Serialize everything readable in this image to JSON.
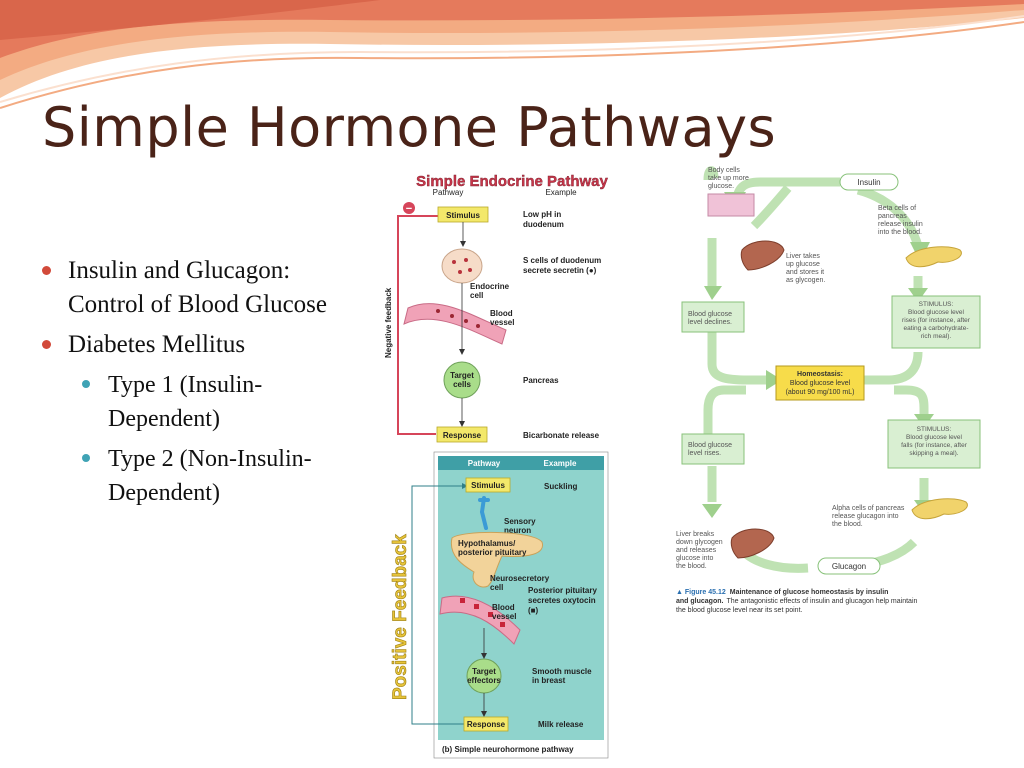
{
  "slide": {
    "title": "Simple Hormone Pathways",
    "bullets": [
      {
        "text": "Insulin and Glucagon: Control of Blood Glucose",
        "level": 1
      },
      {
        "text": "Diabetes Mellitus",
        "level": 1
      },
      {
        "text": "Type 1 (Insulin-Dependent)",
        "level": 2
      },
      {
        "text": "Type 2 (Non-Insulin-Dependent)",
        "level": 2
      }
    ]
  },
  "endocrine": {
    "heading": "Simple Endocrine Pathway",
    "col_pathway": "Pathway",
    "col_example": "Example",
    "minus": "−",
    "feedback_label": "Negative feedback",
    "stimulus": "Stimulus",
    "ex_stimulus_1": "Low pH in",
    "ex_stimulus_2": "duodenum",
    "endocrine_cell_1": "Endocrine",
    "endocrine_cell_2": "cell",
    "ex_cell_1": "S cells of duodenum",
    "ex_cell_2": "secrete secretin (●)",
    "vessel_1": "Blood",
    "vessel_2": "vessel",
    "target_1": "Target",
    "target_2": "cells",
    "ex_target": "Pancreas",
    "response": "Response",
    "ex_response": "Bicarbonate release"
  },
  "neuro": {
    "side_label": "Positive Feedback",
    "col_pathway": "Pathway",
    "col_example": "Example",
    "stimulus": "Stimulus",
    "ex_stimulus": "Suckling",
    "sensory_1": "Sensory",
    "sensory_2": "neuron",
    "hypo_1": "Hypothalamus/",
    "hypo_2": "posterior pituitary",
    "neurosec_1": "Neurosecretory",
    "neurosec_2": "cell",
    "ex_pit_1": "Posterior pituitary",
    "ex_pit_2": "secretes oxytocin",
    "ex_pit_3": "(■)",
    "vessel_1": "Blood",
    "vessel_2": "vessel",
    "target_1": "Target",
    "target_2": "effectors",
    "ex_target_1": "Smooth muscle",
    "ex_target_2": "in breast",
    "response": "Response",
    "ex_response": "Milk release",
    "caption": "(b) Simple neurohormone pathway"
  },
  "homeostasis": {
    "body_cells": [
      "Body cells",
      "take up more",
      "glucose."
    ],
    "insulin": "Insulin",
    "beta_cells": [
      "Beta cells of",
      "pancreas",
      "release insulin",
      "into the blood."
    ],
    "liver_takes": [
      "Liver takes",
      "up glucose",
      "and stores it",
      "as glycogen."
    ],
    "bg_declines": [
      "Blood glucose",
      "level declines."
    ],
    "stimulus_rise": [
      "STIMULUS:",
      "Blood glucose level",
      "rises (for instance, after",
      "eating a carbohydrate-",
      "rich meal)."
    ],
    "homeostasis": [
      "Homeostasis:",
      "Blood glucose level",
      "(about 90 mg/100 mL)"
    ],
    "bg_rises": [
      "Blood glucose",
      "level rises."
    ],
    "stimulus_fall": [
      "STIMULUS:",
      "Blood glucose level",
      "falls (for instance, after",
      "skipping a meal)."
    ],
    "alpha_cells": [
      "Alpha cells of pancreas",
      "release glucagon into",
      "the blood."
    ],
    "liver_breaks": [
      "Liver breaks",
      "down glycogen",
      "and releases",
      "glucose into",
      "the blood."
    ],
    "glucagon": "Glucagon",
    "fig_label": "▲ Figure 45.12",
    "fig_title": "Maintenance of glucose homeostasis by insulin",
    "fig_title_2": "and glucagon.",
    "fig_text_1": "The antagonistic effects of insulin and glucagon help maintain",
    "fig_text_2": "the blood glucose level near its set point."
  },
  "colors": {
    "title": "#4a2318",
    "bullet_l1": "#d24a3a",
    "bullet_l2": "#3fa3b5",
    "endocrine_heading": "#c8364a",
    "positive_feedback": "#e7c43a",
    "pathway_box": "#f3e86a",
    "target_cell": "#a9dd8a",
    "neuro_panel": "#8fd3cc",
    "homeo_box": "#d9efd2",
    "homeo_arrow": "#bfe2b3"
  }
}
